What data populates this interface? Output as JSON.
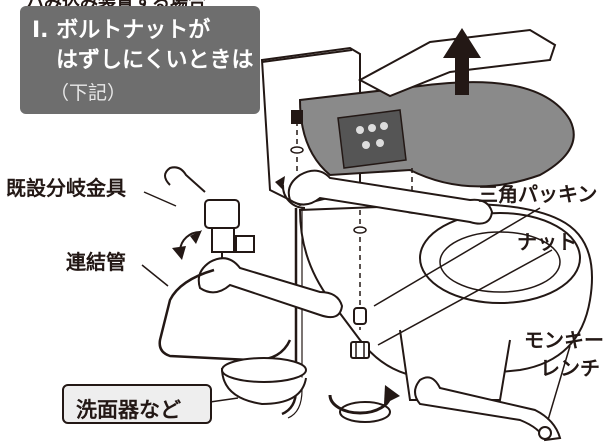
{
  "header": {
    "cut_text": "ハみ込み装置する場合"
  },
  "callout": {
    "line1": "Ⅰ. ボルトナットが",
    "line2": "はずしにくいときは",
    "line3": "（下記）"
  },
  "labels": {
    "existing_branch_fitting": "既設分岐金具",
    "connecting_pipe": "連結管",
    "triangle_packing": "三角パッキン",
    "nut": "ナット",
    "monkey_wrench_line1": "モンキー",
    "monkey_wrench_line2": "レンチ",
    "basin": "洗面器など"
  },
  "colors": {
    "line": "#231815",
    "gray_callout": "#6e6e6e",
    "seat_gray": "#8a8a8a",
    "panel_dark": "#555555"
  }
}
